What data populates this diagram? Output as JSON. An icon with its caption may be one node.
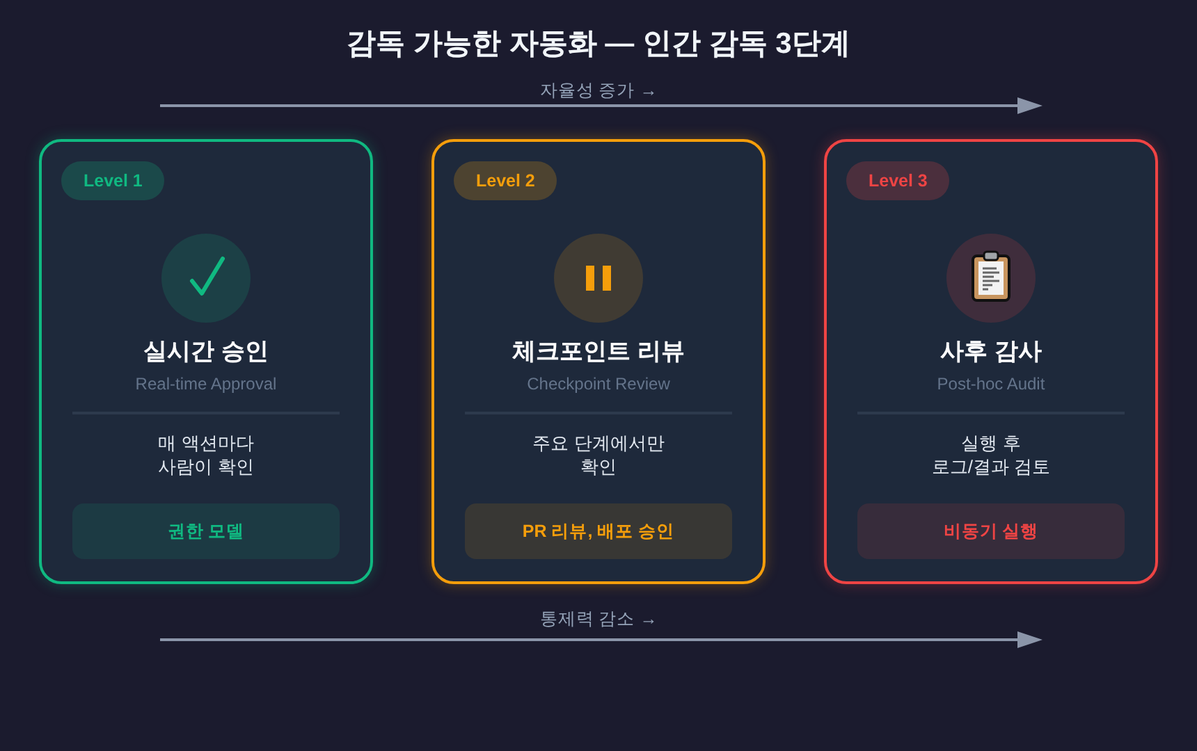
{
  "diagram": {
    "title": "감독 가능한 자동화 — 인간 감독 3단계",
    "nodes": [
      {
        "text": [
          "실시간 승인",
          "Real-time Approval",
          "매 액션마다 사람이 확인"
        ]
      },
      {
        "text": [
          "Level 1"
        ],
        "in": 0
      },
      {
        "text": [
          "권한 모델"
        ],
        "in": 0
      },
      {
        "text": [
          "체크포인트 리뷰",
          "Checkpoint Review",
          "주요 단계에서만 확인"
        ]
      },
      {
        "text": [
          "Level 2"
        ],
        "in": 3
      },
      {
        "text": [
          "PR 리뷰, 배포 승인"
        ],
        "in": 3
      },
      {
        "text": [
          "사후 감사",
          "Post-hoc Audit",
          "실행 후 로그/결과 검토"
        ]
      },
      {
        "text": [
          "Level 3"
        ],
        "in": 6
      },
      {
        "text": [
          "비동기 실행"
        ],
        "in": 6
      }
    ],
    "labels": [
      "자율성 증가 →",
      "통제력 감소 →"
    ]
  }
}
